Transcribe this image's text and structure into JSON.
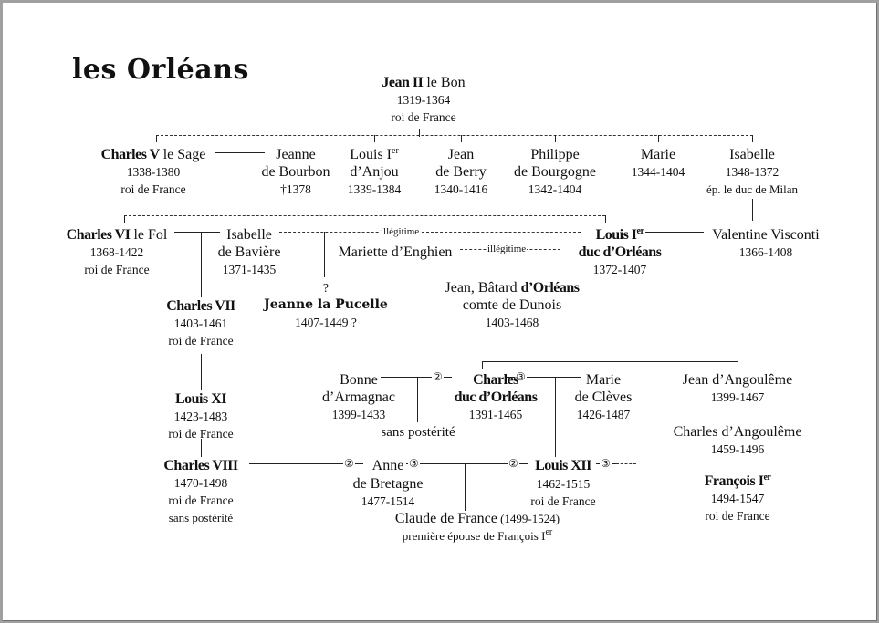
{
  "title": "les Orléans",
  "nodes": {
    "jean2": {
      "bold": "Jean II",
      "rest": " le Bon",
      "dates": "1319-1364",
      "role": "roi de France"
    },
    "charles5": {
      "bold": "Charles V",
      "rest": " le Sage",
      "dates": "1338-1380",
      "role": "roi de France"
    },
    "jeanne_bourbon": {
      "l1": "Jeanne",
      "l2": "de Bourbon",
      "dates": "†1378"
    },
    "louis_anjou": {
      "l1": "Louis I",
      "sup": "er",
      "l2": "d’Anjou",
      "dates": "1339-1384"
    },
    "jean_berry": {
      "l1": "Jean",
      "l2": "de Berry",
      "dates": "1340-1416"
    },
    "philippe": {
      "l1": "Philippe",
      "l2": "de Bourgogne",
      "dates": "1342-1404"
    },
    "marie": {
      "l1": "Marie",
      "dates": "1344-1404"
    },
    "isabelle": {
      "l1": "Isabelle",
      "dates": "1348-1372",
      "note": "ép. le duc de Milan"
    },
    "charles6": {
      "bold": "Charles VI",
      "rest": " le Fol",
      "dates": "1368-1422",
      "role": "roi de France"
    },
    "isabelle_baviere": {
      "l1": "Isabelle",
      "l2": "de Bavière",
      "dates": "1371-1435"
    },
    "mariette": {
      "l1": "Mariette d’Enghien"
    },
    "louis_orleans": {
      "l1": "Louis I",
      "sup": "er",
      "l2": "duc d’Orléans",
      "dates": "1372-1407"
    },
    "valentine": {
      "l1": "Valentine Visconti",
      "dates": "1366-1408"
    },
    "charles7": {
      "bold": "Charles VII",
      "dates": "1403-1461",
      "role": "roi de France"
    },
    "jeanne_pucelle": {
      "q": "?",
      "l1": "Jeanne la Pucelle",
      "dates": "1407-1449 ?"
    },
    "batard": {
      "pre": "Jean, Bâtard ",
      "bold": "d’Orléans",
      "l2": "comte de Dunois",
      "dates": "1403-1468"
    },
    "louis11": {
      "bold": "Louis XI",
      "dates": "1423-1483",
      "role": "roi de France"
    },
    "bonne": {
      "l1": "Bonne",
      "l2": "d’Armagnac",
      "dates": "1399-1433",
      "note": "sans postérité"
    },
    "charles_orleans": {
      "l1": "Charles",
      "l2": "duc d’Orléans",
      "dates": "1391-1465"
    },
    "marie_cleves": {
      "l1": "Marie",
      "l2": "de Clèves",
      "dates": "1426-1487"
    },
    "jean_angouleme": {
      "l1": "Jean d’Angoulême",
      "dates": "1399-1467"
    },
    "charles_angouleme": {
      "l1": "Charles d’Angoulême",
      "dates": "1459-1496"
    },
    "francois1": {
      "bold": "François I",
      "sup": "er",
      "dates": "1494-1547",
      "role": "roi de France"
    },
    "charles8": {
      "bold": "Charles VIII",
      "dates": "1470-1498",
      "role": "roi de France",
      "note": "sans postérité"
    },
    "anne": {
      "l1": "Anne",
      "l2": "de Bretagne",
      "dates": "1477-1514"
    },
    "louis12": {
      "bold": "Louis XII",
      "dates": "1462-1515",
      "role": "roi de France"
    },
    "claude": {
      "l1": "Claude de France",
      "dates": " (1499-1524)",
      "note": "première épouse de François I",
      "sup": "er"
    }
  },
  "labels": {
    "illegitime": "illégitime",
    "marriage2": "②",
    "marriage3": "③"
  }
}
